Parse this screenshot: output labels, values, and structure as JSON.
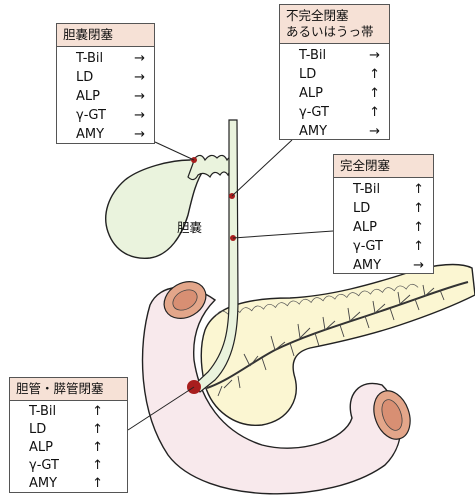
{
  "colors": {
    "header_fill": "#f6e1d6",
    "gallbladder_fill": "#eaf3dd",
    "pancreas_fill": "#fbf6d2",
    "duodenum_fill": "#f8e9ec",
    "vessel_fill": "#e3a68a",
    "lesion_marker": "#a81e1e"
  },
  "organ_label": "胆嚢",
  "boxes": [
    {
      "id": "cystic",
      "title": "胆嚢閉塞",
      "rows": [
        {
          "name": "T-Bil",
          "arrow": "→"
        },
        {
          "name": "LD",
          "arrow": "→"
        },
        {
          "name": "ALP",
          "arrow": "→"
        },
        {
          "name": "γ-GT",
          "arrow": "→"
        },
        {
          "name": "AMY",
          "arrow": "→"
        }
      ]
    },
    {
      "id": "incomplete",
      "title": "不完全閉塞",
      "title2": "あるいはうっ帯",
      "rows": [
        {
          "name": "T-Bil",
          "arrow": "→"
        },
        {
          "name": "LD",
          "arrow": "↑"
        },
        {
          "name": "ALP",
          "arrow": "↑"
        },
        {
          "name": "γ-GT",
          "arrow": "↑"
        },
        {
          "name": "AMY",
          "arrow": "→"
        }
      ]
    },
    {
      "id": "complete",
      "title": "完全閉塞",
      "rows": [
        {
          "name": "T-Bil",
          "arrow": "↑"
        },
        {
          "name": "LD",
          "arrow": "↑"
        },
        {
          "name": "ALP",
          "arrow": "↑"
        },
        {
          "name": "γ-GT",
          "arrow": "↑"
        },
        {
          "name": "AMY",
          "arrow": "→"
        }
      ]
    },
    {
      "id": "ampullary",
      "title": "胆管・膵管閉塞",
      "rows": [
        {
          "name": "T-Bil",
          "arrow": "↑"
        },
        {
          "name": "LD",
          "arrow": "↑"
        },
        {
          "name": "ALP",
          "arrow": "↑"
        },
        {
          "name": "γ-GT",
          "arrow": "↑"
        },
        {
          "name": "AMY",
          "arrow": "↑"
        }
      ]
    }
  ]
}
